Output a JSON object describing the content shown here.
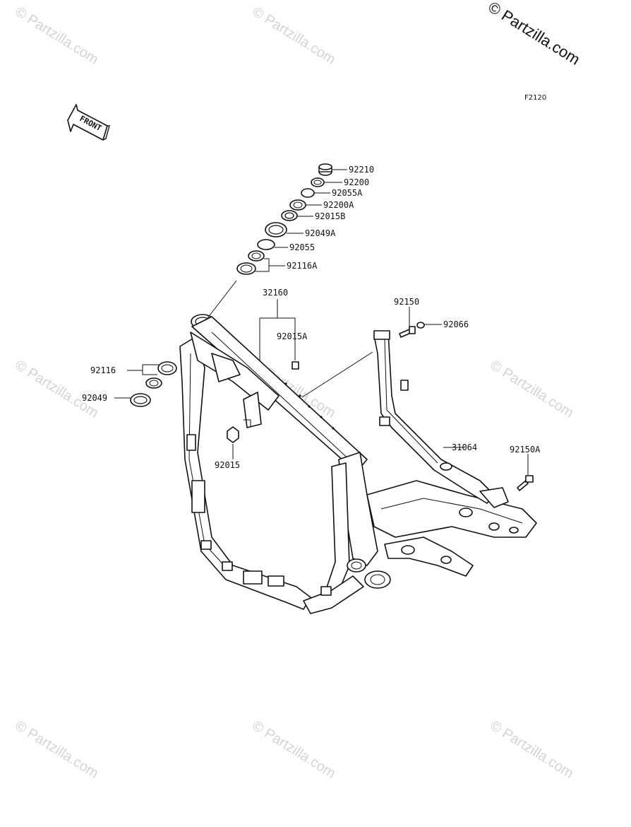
{
  "copyright": "© Partzilla.com",
  "watermark": "© Partzilla.com",
  "diagram_code": "F2120",
  "front_label": "FRONT",
  "parts": {
    "p92210": "92210",
    "p92200": "92200",
    "p92055A": "92055A",
    "p92200A": "92200A",
    "p92015B": "92015B",
    "p92049A": "92049A",
    "p92055": "92055",
    "p92116A": "92116A",
    "p32160": "32160",
    "p92015A": "92015A",
    "p92116": "92116",
    "p92049": "92049",
    "p92015": "92015",
    "p92150": "92150",
    "p92066": "92066",
    "p31064": "31064",
    "p92150A": "92150A"
  }
}
